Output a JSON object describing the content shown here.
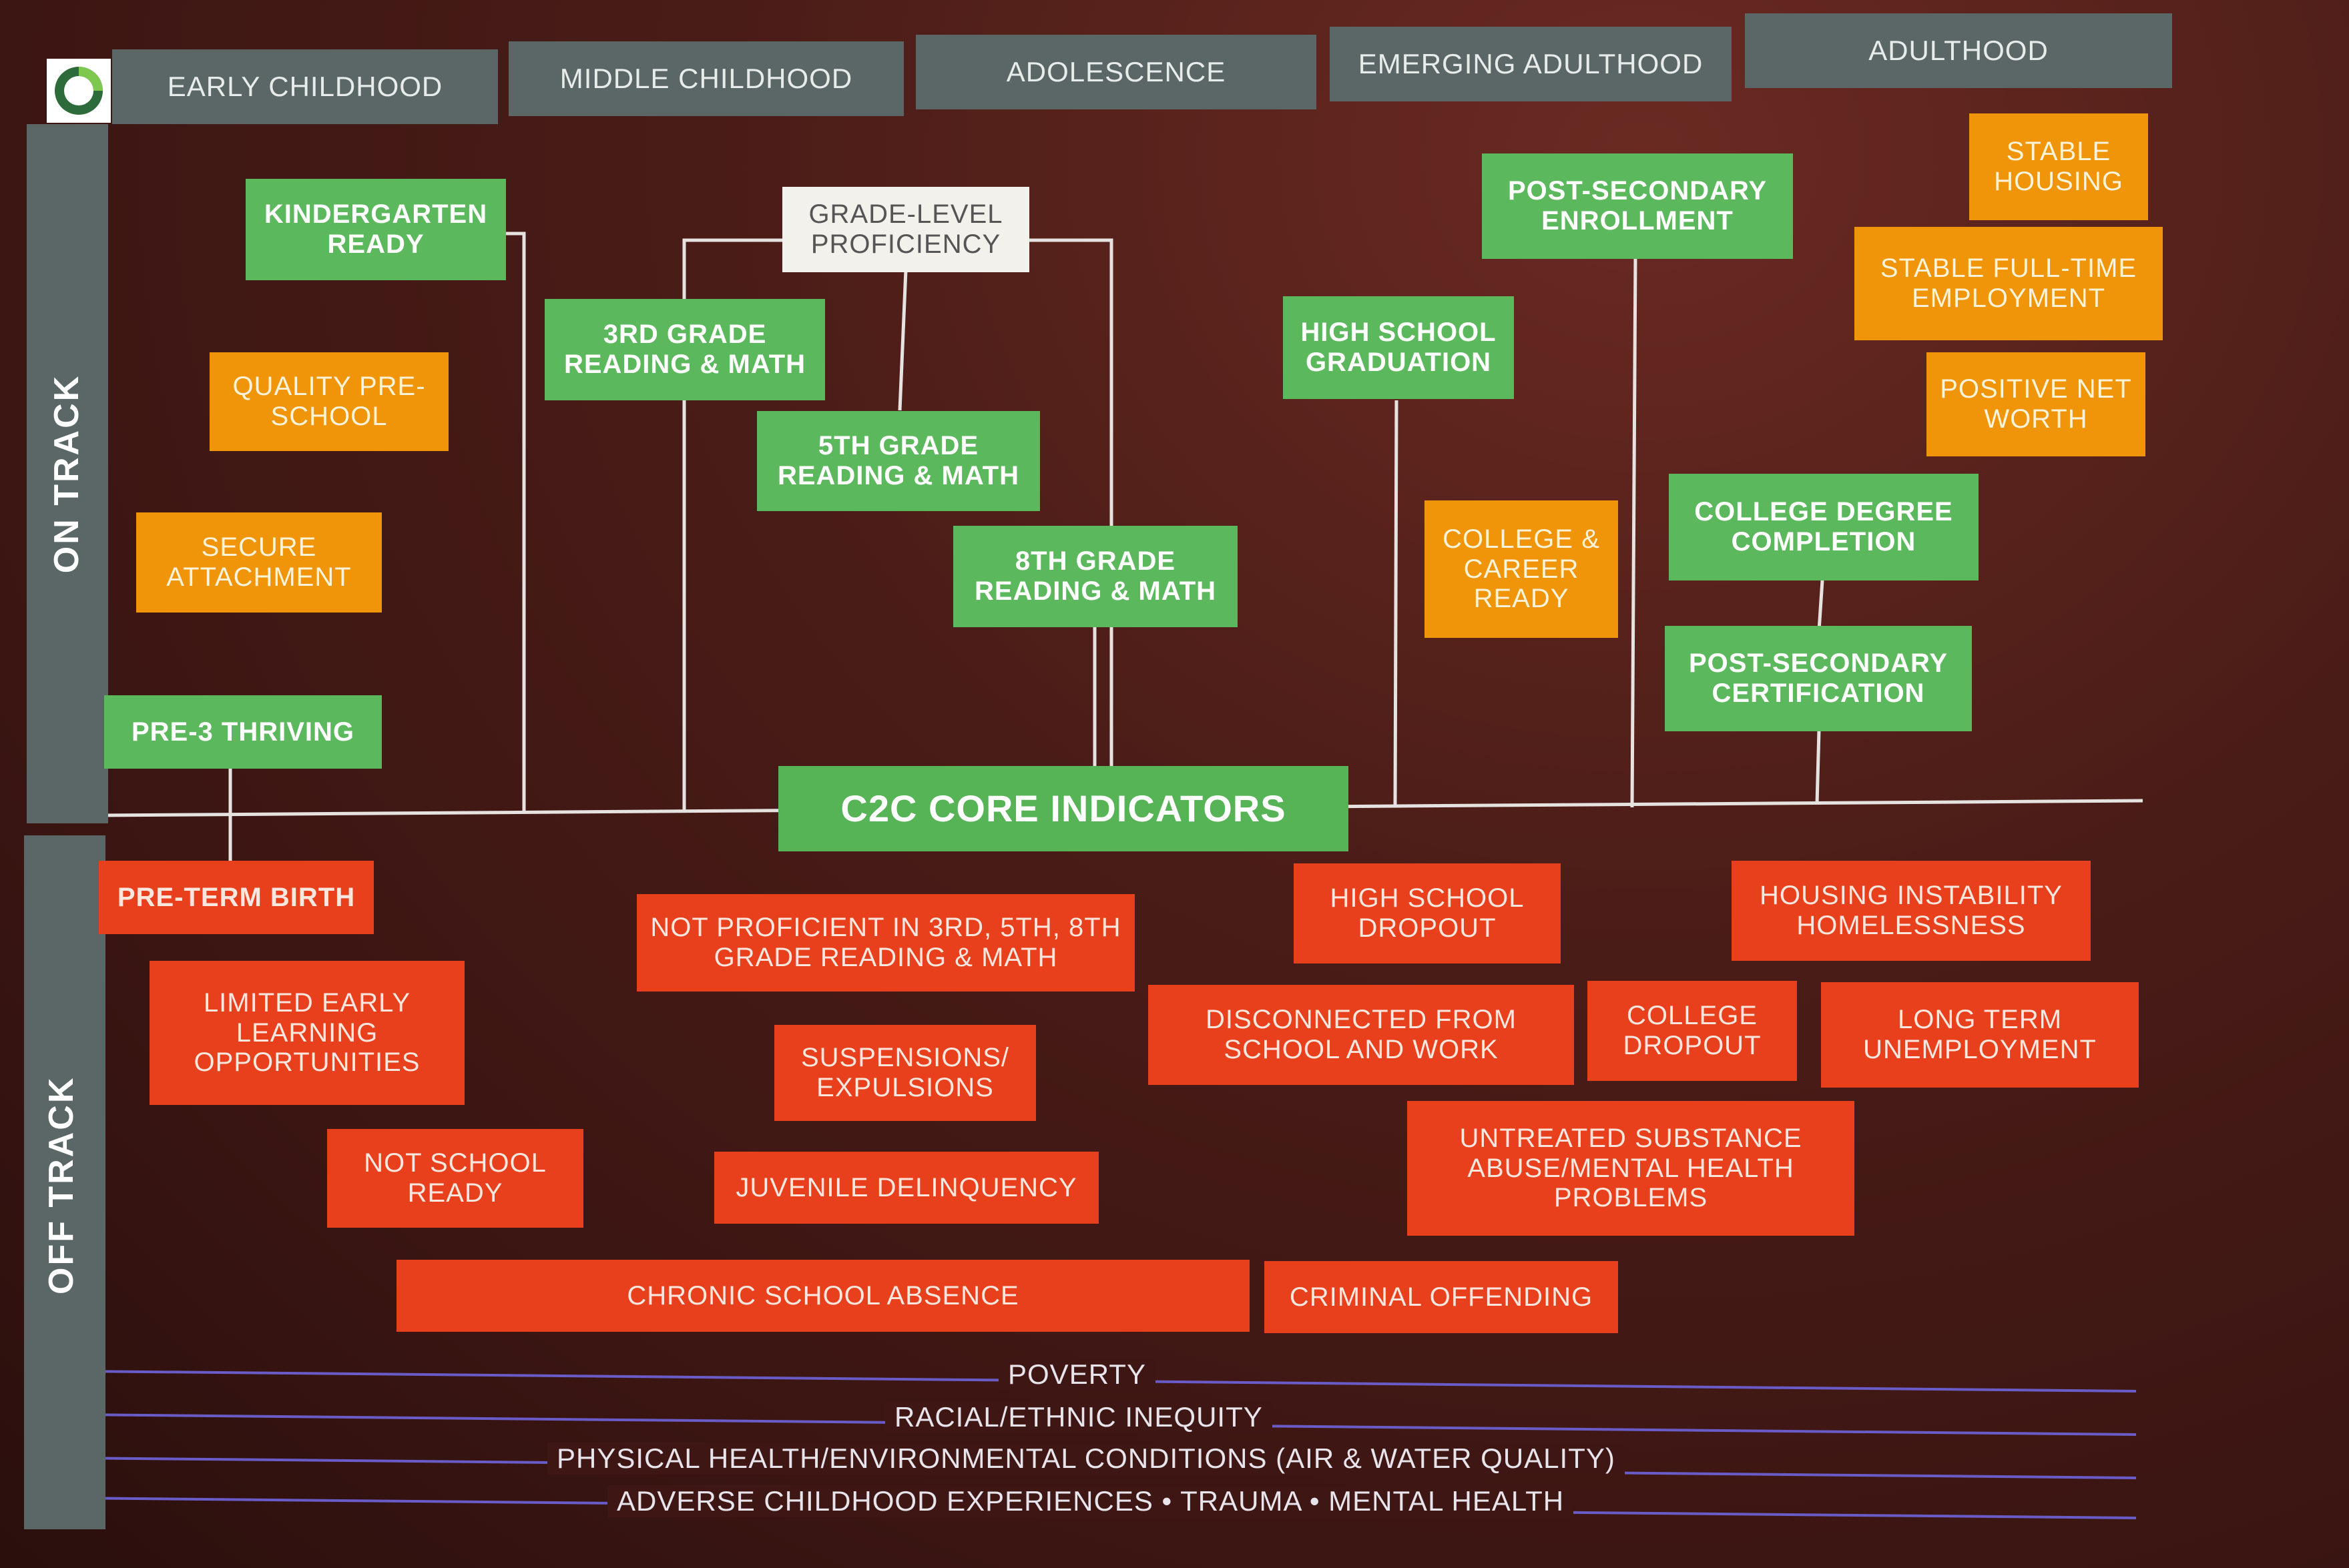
{
  "stages": [
    "EARLY CHILDHOOD",
    "MIDDLE CHILDHOOD",
    "ADOLESCENCE",
    "EMERGING ADULTHOOD",
    "ADULTHOOD"
  ],
  "side_labels": {
    "on_track": "ON TRACK",
    "off_track": "OFF TRACK"
  },
  "core_indicators": "C2C CORE INDICATORS",
  "on_track": {
    "kindergarten_ready": "KINDERGARTEN READY",
    "quality_preschool": "QUALITY PRE-SCHOOL",
    "secure_attachment": "SECURE ATTACHMENT",
    "pre3_thriving": "PRE-3 THRIVING",
    "grade_level_proficiency": "GRADE-LEVEL PROFICIENCY",
    "grade3": "3RD GRADE READING & MATH",
    "grade5": "5TH GRADE READING & MATH",
    "grade8": "8TH GRADE READING & MATH",
    "hs_graduation": "HIGH SCHOOL GRADUATION",
    "college_career_ready": "COLLEGE & CAREER READY",
    "postsec_enrollment": "POST-SECONDARY ENROLLMENT",
    "college_degree": "COLLEGE DEGREE COMPLETION",
    "postsec_cert": "POST-SECONDARY CERTIFICATION",
    "stable_housing": "STABLE HOUSING",
    "stable_employment": "STABLE FULL-TIME EMPLOYMENT",
    "net_worth": "POSITIVE NET WORTH"
  },
  "off_track": {
    "preterm_birth": "PRE-TERM BIRTH",
    "limited_early": "LIMITED EARLY LEARNING OPPORTUNITIES",
    "not_school_ready": "NOT SCHOOL READY",
    "not_proficient": "NOT PROFICIENT IN 3RD, 5TH, 8TH GRADE READING & MATH",
    "suspensions": "SUSPENSIONS/ EXPULSIONS",
    "juvenile": "JUVENILE DELINQUENCY",
    "chronic_absence": "CHRONIC SCHOOL ABSENCE",
    "hs_dropout": "HIGH SCHOOL DROPOUT",
    "disconnected": "DISCONNECTED FROM SCHOOL AND WORK",
    "college_dropout": "COLLEGE DROPOUT",
    "untreated": "UNTREATED SUBSTANCE ABUSE/MENTAL HEALTH PROBLEMS",
    "criminal": "CRIMINAL OFFENDING",
    "housing_instability": "HOUSING INSTABILITY HOMELESSNESS",
    "unemployment": "LONG TERM UNEMPLOYMENT"
  },
  "context_factors": [
    "POVERTY",
    "RACIAL/ETHNIC INEQUITY",
    "PHYSICAL HEALTH/ENVIRONMENTAL CONDITIONS (AIR & WATER QUALITY)",
    "ADVERSE CHILDHOOD EXPERIENCES • TRAUMA • MENTAL HEALTH"
  ],
  "colors": {
    "on_track_green": "#5cb85c",
    "contributing_orange": "#f0940a",
    "off_track_red": "#e8401c",
    "header_gray": "#5b6766",
    "context_line": "#6a5cc8"
  }
}
